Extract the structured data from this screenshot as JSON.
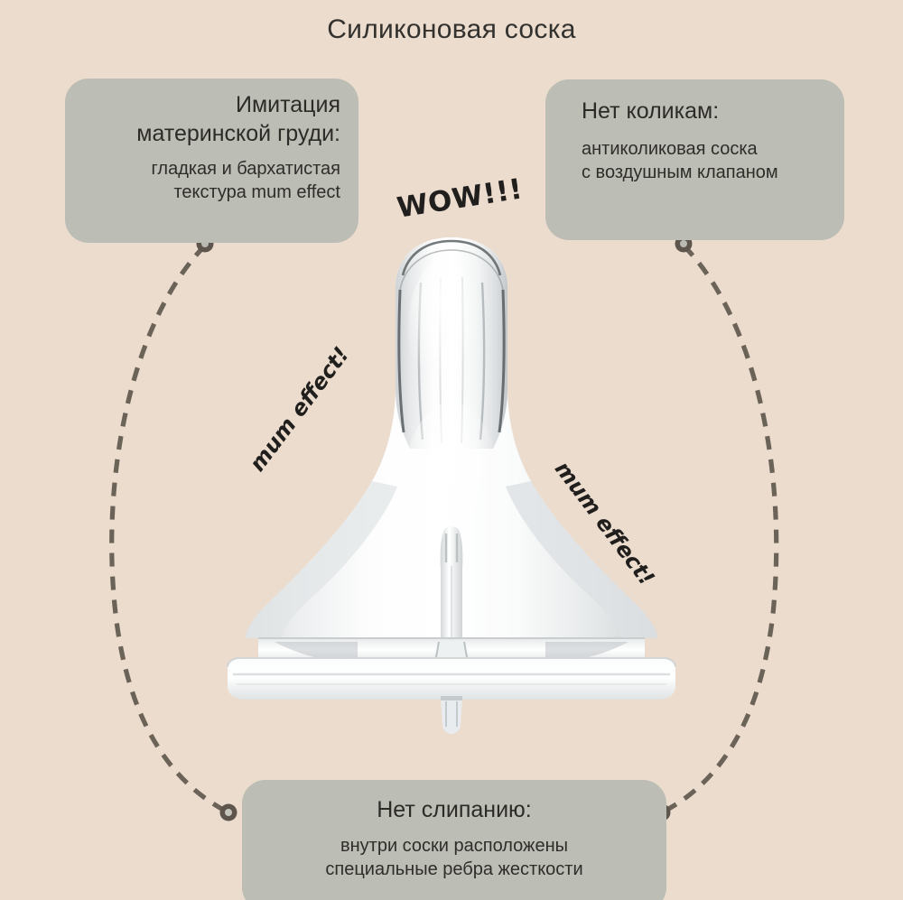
{
  "page": {
    "title": "Силиконовая соска",
    "background_color": "#ebdccd",
    "callout_color": "#bcbdb4",
    "connector_color": "#6b6258",
    "text_color": "#2e2c29"
  },
  "callouts": [
    {
      "id": "imitation-breast",
      "headline": "Имитация\nматеринской груди:",
      "sub": "гладкая и бархатистая\nтекстура mum effect",
      "position": "top-left"
    },
    {
      "id": "no-colic",
      "headline": "Нет коликам:",
      "sub": "антиколиковая соска\nс воздушным клапаном",
      "position": "top-right"
    },
    {
      "id": "no-sticking",
      "headline": "Нет слипанию:",
      "sub": "внутри соски расположены\nспециальные ребра жесткости",
      "position": "bottom-center"
    }
  ],
  "annotations": {
    "wow": "WOW!!!",
    "mum_effect_left": "mum effect!",
    "mum_effect_right": "mum effect!"
  },
  "product": {
    "name": "silicone-baby-bottle-nipple",
    "description": "Прозрачная силиконовая соска с воздушным клапаном"
  }
}
